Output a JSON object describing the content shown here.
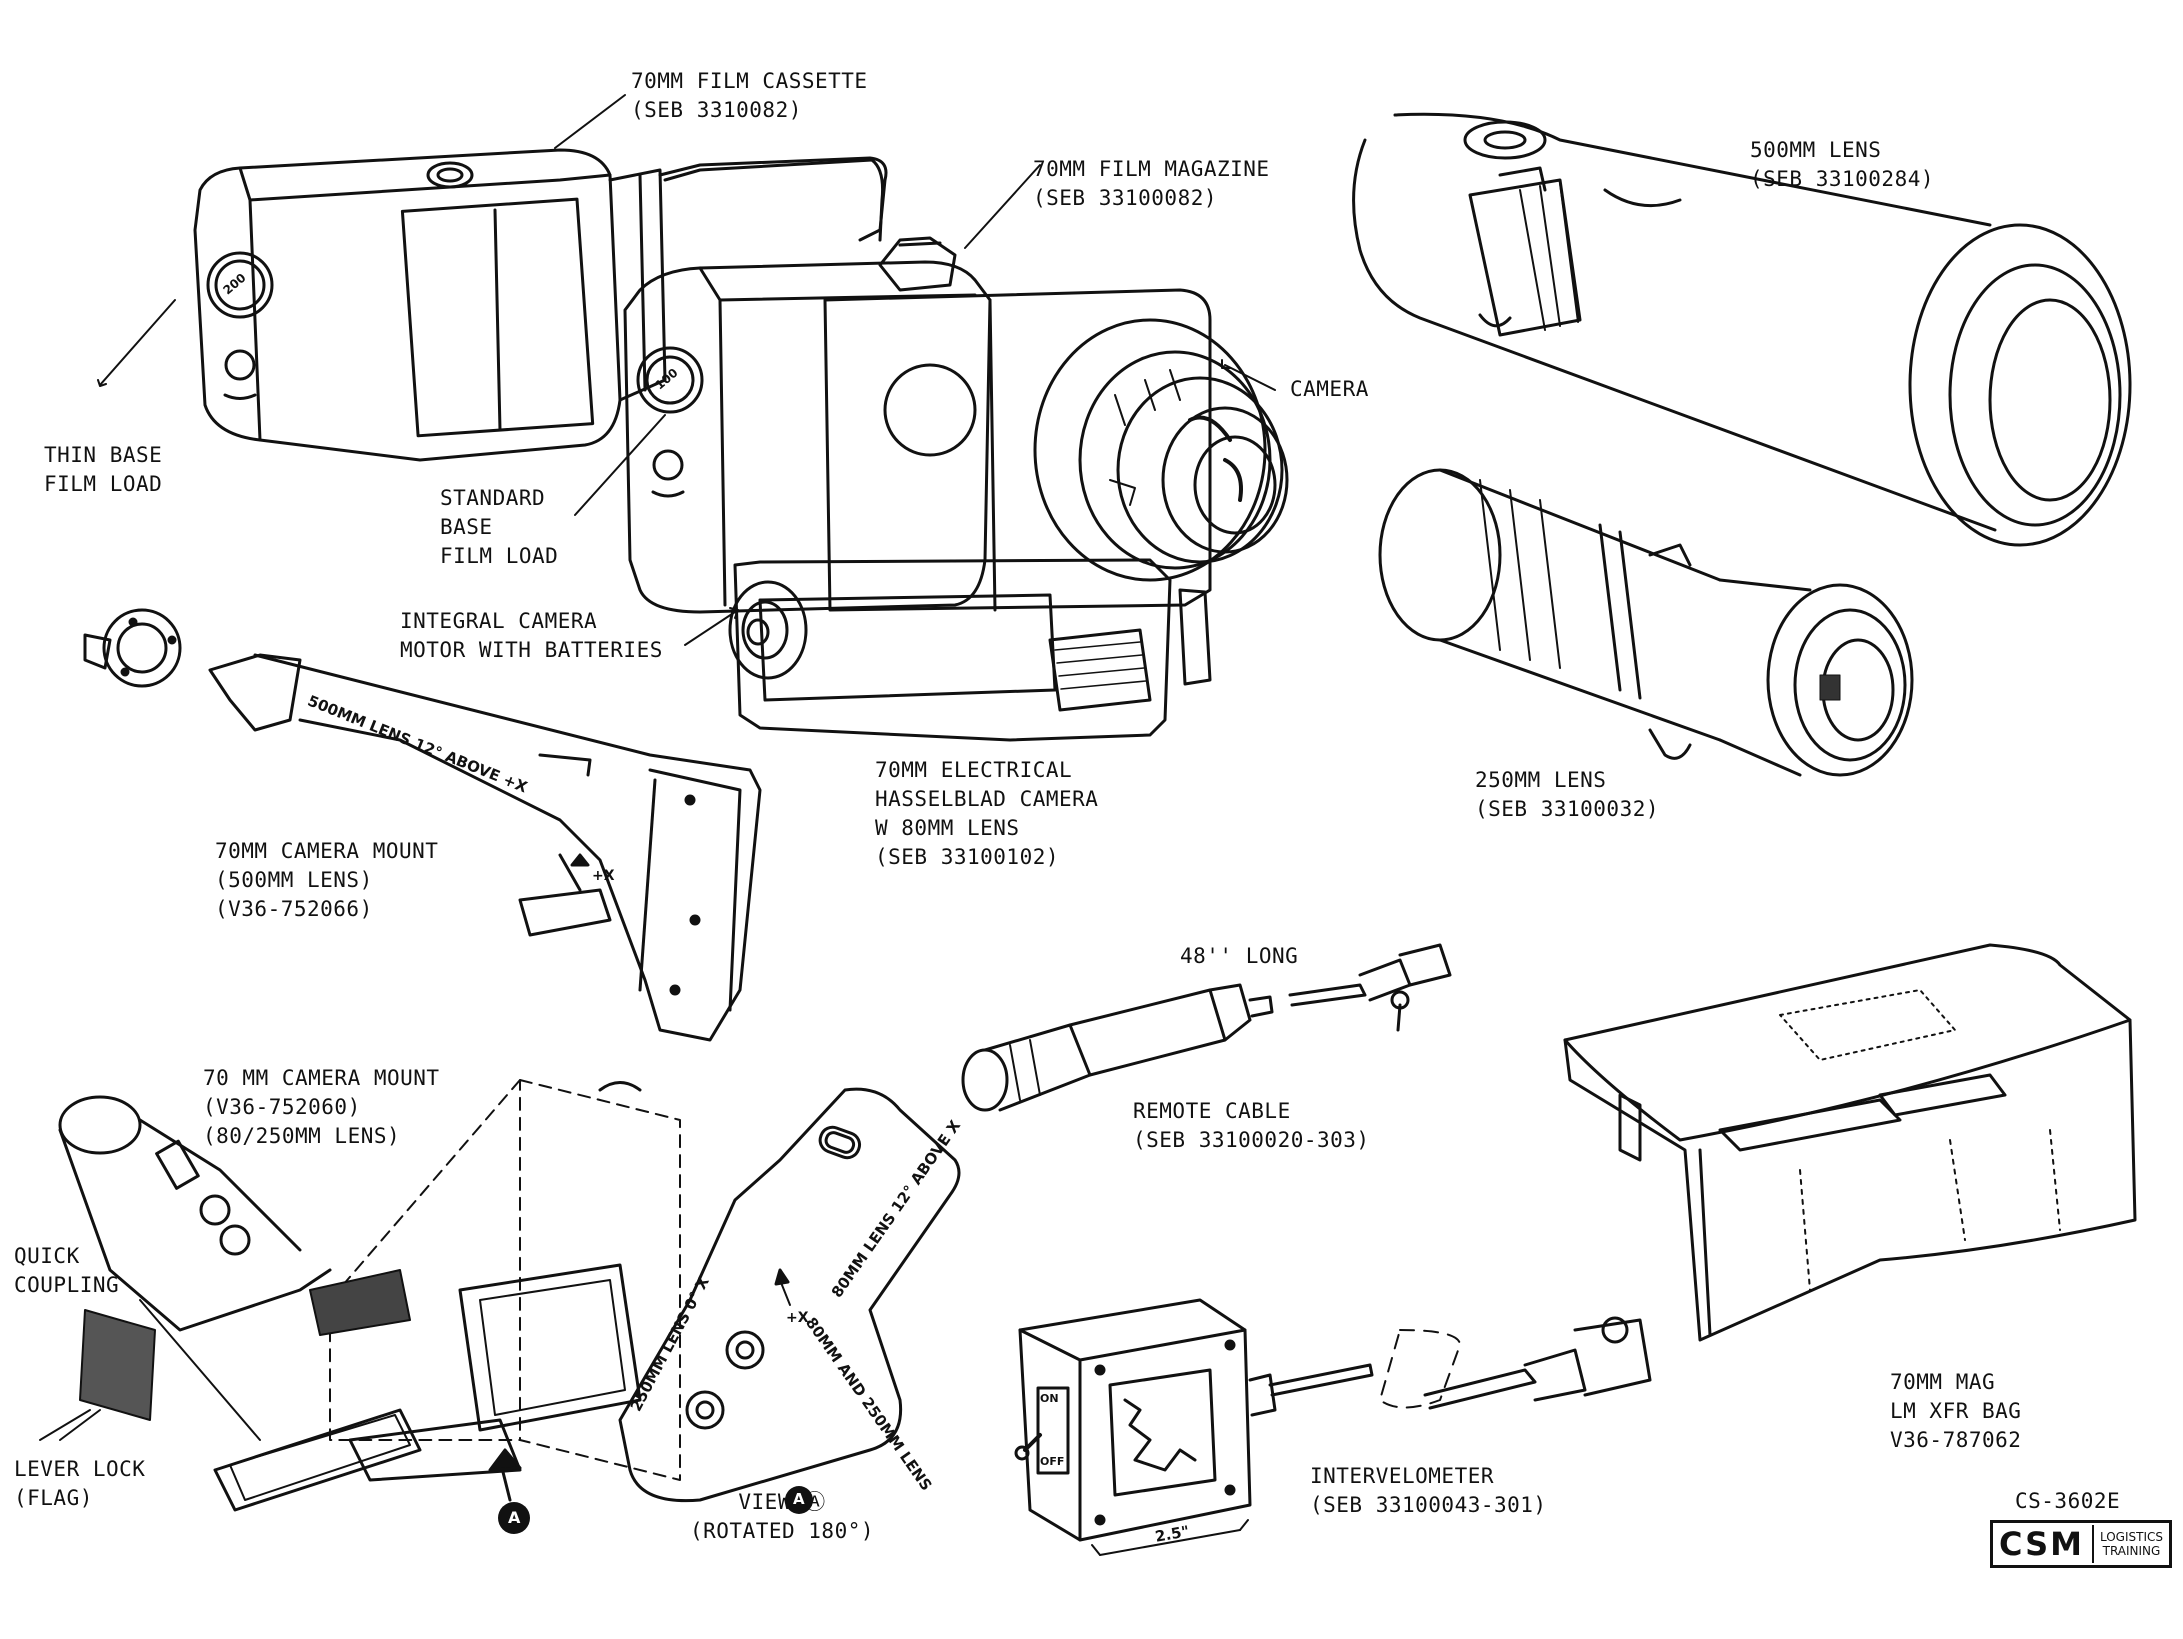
{
  "labels": {
    "film_cassette": [
      "70MM FILM CASSETTE",
      "(SEB 3310082)"
    ],
    "film_magazine": [
      "70MM FILM MAGAZINE",
      "(SEB 33100082)"
    ],
    "lens_500": [
      "500MM LENS",
      "(SEB 33100284)"
    ],
    "camera": [
      "CAMERA"
    ],
    "thin_base": [
      "THIN BASE",
      "FILM LOAD"
    ],
    "standard_base": [
      "STANDARD",
      "BASE",
      "FILM LOAD"
    ],
    "integral_motor": [
      "INTEGRAL CAMERA",
      "MOTOR WITH BATTERIES"
    ],
    "electrical_camera": [
      "70MM ELECTRICAL",
      "HASSELBLAD CAMERA",
      "W 80MM LENS",
      "(SEB 33100102)"
    ],
    "lens_250": [
      "250MM LENS",
      "(SEB 33100032)"
    ],
    "mount_500": [
      "70MM CAMERA MOUNT",
      "(500MM LENS)",
      "(V36-752066)"
    ],
    "cable_length": [
      "48'' LONG"
    ],
    "remote_cable": [
      "REMOTE CABLE",
      "(SEB 33100020-303)"
    ],
    "mount_80_250": [
      "70 MM CAMERA MOUNT",
      "(V36-752060)",
      "(80/250MM LENS)"
    ],
    "quick_coupling": [
      "QUICK",
      "COUPLING"
    ],
    "lever_lock": [
      "LEVER LOCK",
      "(FLAG)"
    ],
    "view_a": [
      "VIEW Ⓐ",
      "(ROTATED 180°)"
    ],
    "intervelometer": [
      "INTERVELOMETER",
      "(SEB 33100043-301)"
    ],
    "xfr_bag": [
      "70MM MAG",
      "LM XFR BAG",
      "V36-787062"
    ],
    "doc_code": [
      "CS-3602E"
    ]
  },
  "small_marks": {
    "mount_500_angle": "500MM LENS 12° ABOVE +X",
    "plus_x": "+X",
    "view_80": "80MM LENS 12° ABOVE X",
    "view_250": "250MM LENS 0° X",
    "view_80_250": "80MM AND 250MM LENS",
    "dim_25": "2.5\"",
    "switch_on": "ON",
    "switch_off": "OFF",
    "dial_cassette": "200",
    "dial_magazine": "100",
    "marker_a": "A"
  },
  "logo": {
    "main": "CSM",
    "sub": [
      "LOGISTICS",
      "TRAINING"
    ]
  }
}
